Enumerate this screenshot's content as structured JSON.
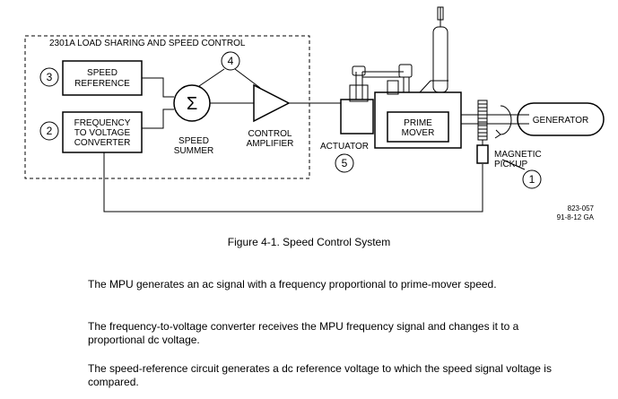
{
  "figure": {
    "box_title": "2301A LOAD SHARING AND SPEED CONTROL",
    "speed_reference": [
      "SPEED",
      "REFERENCE"
    ],
    "fvc": [
      "FREQUENCY",
      "TO VOLTAGE",
      "CONVERTER"
    ],
    "summer_symbol": "Σ",
    "speed_summer": [
      "SPEED",
      "SUMMER"
    ],
    "control_amplifier": [
      "CONTROL",
      "AMPLIFIER"
    ],
    "actuator": "ACTUATOR",
    "prime_mover": [
      "PRIME",
      "MOVER"
    ],
    "generator": "GENERATOR",
    "magnetic_pickup": [
      "MAGNETIC",
      "PICKUP"
    ],
    "callouts": {
      "mpu": "1",
      "fvc": "2",
      "ref": "3",
      "summer": "4",
      "actuator": "5"
    },
    "drawing_no": [
      "823-057",
      "91-8-12 GA"
    ]
  },
  "caption": "Figure 4-1. Speed Control System",
  "paragraphs": [
    "The MPU generates an ac signal with a frequency proportional to prime-mover speed.",
    "The frequency-to-voltage converter receives the MPU frequency signal and changes it to a proportional dc voltage.",
    "The speed-reference circuit generates a dc reference voltage to which the speed signal voltage is compared."
  ]
}
